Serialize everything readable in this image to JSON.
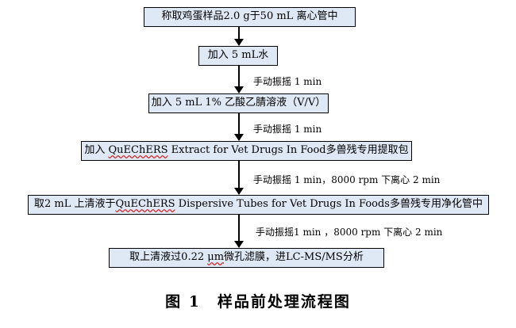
{
  "steps": [
    {
      "text": "称取鸡蛋样品2.0 g于50 mL 离心管中"
    },
    {
      "text": "加入 5 mL水"
    },
    {
      "text": "加入 5 mL 1% 乙酸乙腈溶液（V/V）"
    },
    {
      "pre": "加入 ",
      "mark": "QuEChERS",
      "post": " Extract for Vet Drugs In Food多兽残专用提取包"
    },
    {
      "pre": "取2 mL 上清液于",
      "mark": "QuEChERS",
      "post": " Dispersive Tubes for Vet Drugs In Foods多兽残专用净化管中"
    },
    {
      "pre": "取上清液过0.22 ",
      "mark": "μm",
      "post": "微孔滤膜，进LC-MS/MS分析"
    }
  ],
  "notes": [
    "手动振摇 1 min",
    "手动振摇 1 min",
    "手动振摇 1 min，8000 rpm 下离心 2 min",
    "手动振摇1 min ，8000 rpm 下离心 2 min"
  ],
  "caption": "图 1　样品前处理流程图"
}
